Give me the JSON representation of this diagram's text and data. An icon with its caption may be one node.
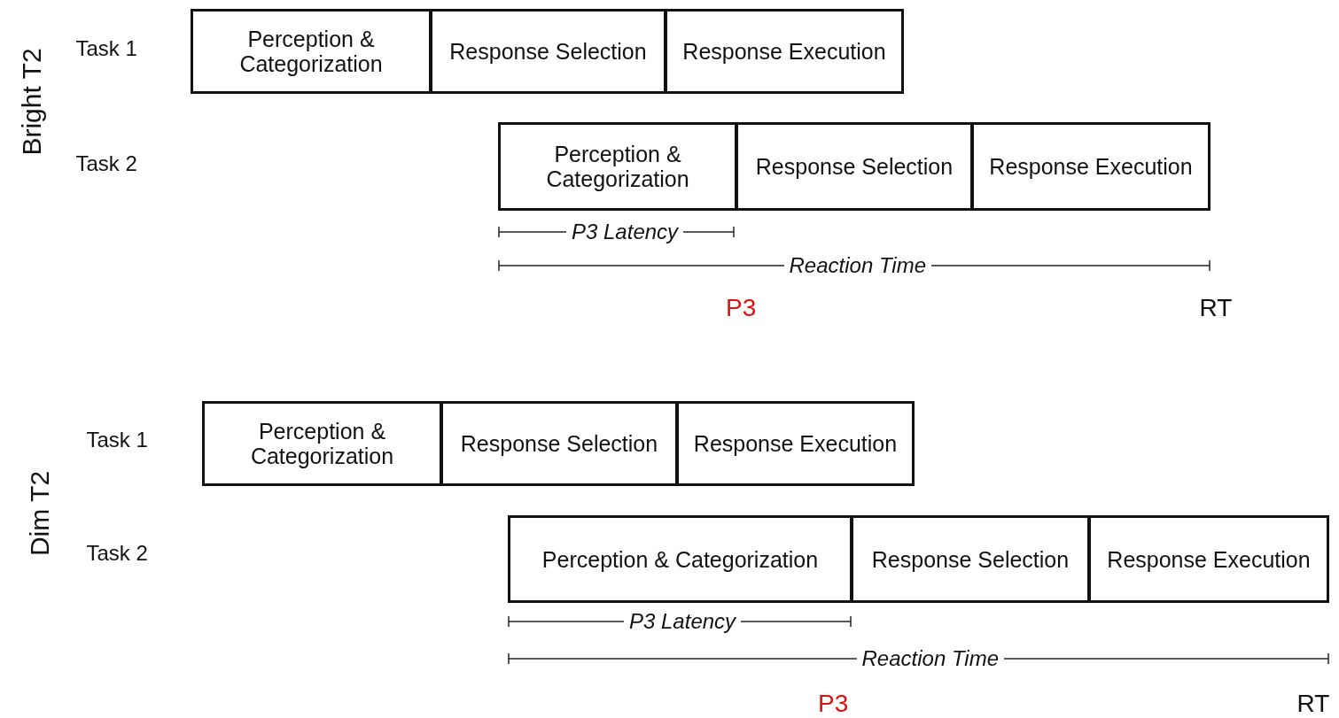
{
  "diagram": {
    "nodes": [
      {
        "text": [
          "Perception & Categorization"
        ]
      },
      {
        "text": [
          "Response Selection"
        ]
      },
      {
        "text": [
          "Response Execution"
        ]
      },
      {
        "text": [
          "Perception & Categorization"
        ]
      },
      {
        "text": [
          "Response Selection"
        ]
      },
      {
        "text": [
          "Response Execution"
        ]
      },
      {
        "text": [
          "Perception & Categorization"
        ]
      },
      {
        "text": [
          "Response Selection"
        ]
      },
      {
        "text": [
          "Response Execution"
        ]
      },
      {
        "text": [
          "Perception & Categorization"
        ]
      },
      {
        "text": [
          "Response Selection"
        ]
      },
      {
        "text": [
          "Response Execution"
        ]
      }
    ],
    "labels": [
      "Bright T2",
      "Task 1",
      "Task 2",
      "P3 Latency",
      "Reaction Time",
      "P3",
      "RT",
      "Dim T2",
      "Task 1",
      "Task 2",
      "P3 Latency",
      "Reaction Time",
      "P3",
      "RT"
    ]
  }
}
